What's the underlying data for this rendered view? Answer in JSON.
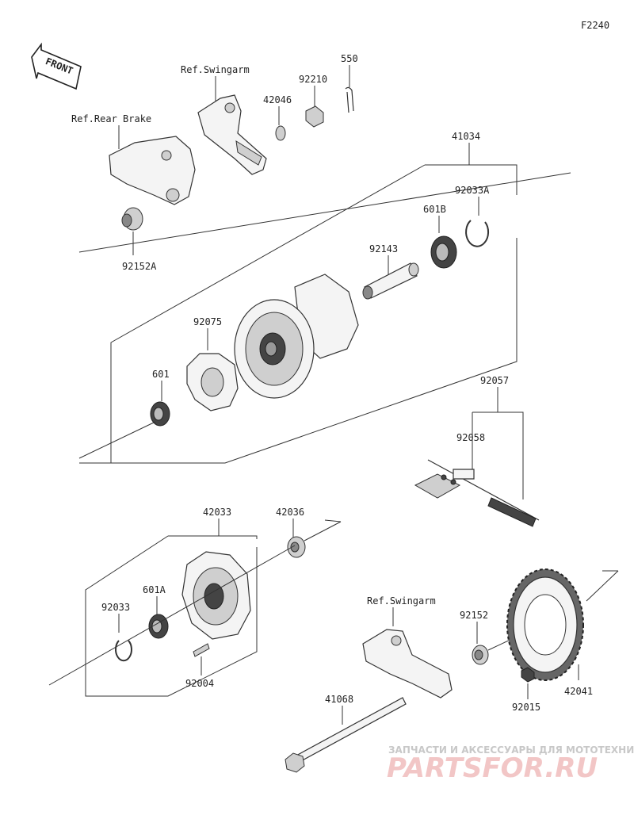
{
  "figure_code": "F2240",
  "front_arrow_label": "FRONT",
  "references": {
    "swingarm_top": "Ref.Swingarm",
    "rear_brake": "Ref.Rear Brake",
    "swingarm_bottom": "Ref.Swingarm"
  },
  "parts": {
    "p550": "550",
    "p92210": "92210",
    "p42046": "42046",
    "p41034": "41034",
    "p92033A": "92033A",
    "p601B": "601B",
    "p92143": "92143",
    "p92075": "92075",
    "p601": "601",
    "p92152A": "92152A",
    "p92057": "92057",
    "p92058": "92058",
    "p42033": "42033",
    "p42036": "42036",
    "p601A": "601A",
    "p92033": "92033",
    "p92004": "92004",
    "p92152": "92152",
    "p42041": "42041",
    "p92015": "92015",
    "p41068": "41068"
  },
  "watermark": {
    "caption": "ЗАПЧАСТИ И АКСЕССУАРЫ ДЛЯ МОТОТЕХНИКИ",
    "logo": "PARTSFOR.RU",
    "color": "#e9a3a3"
  }
}
